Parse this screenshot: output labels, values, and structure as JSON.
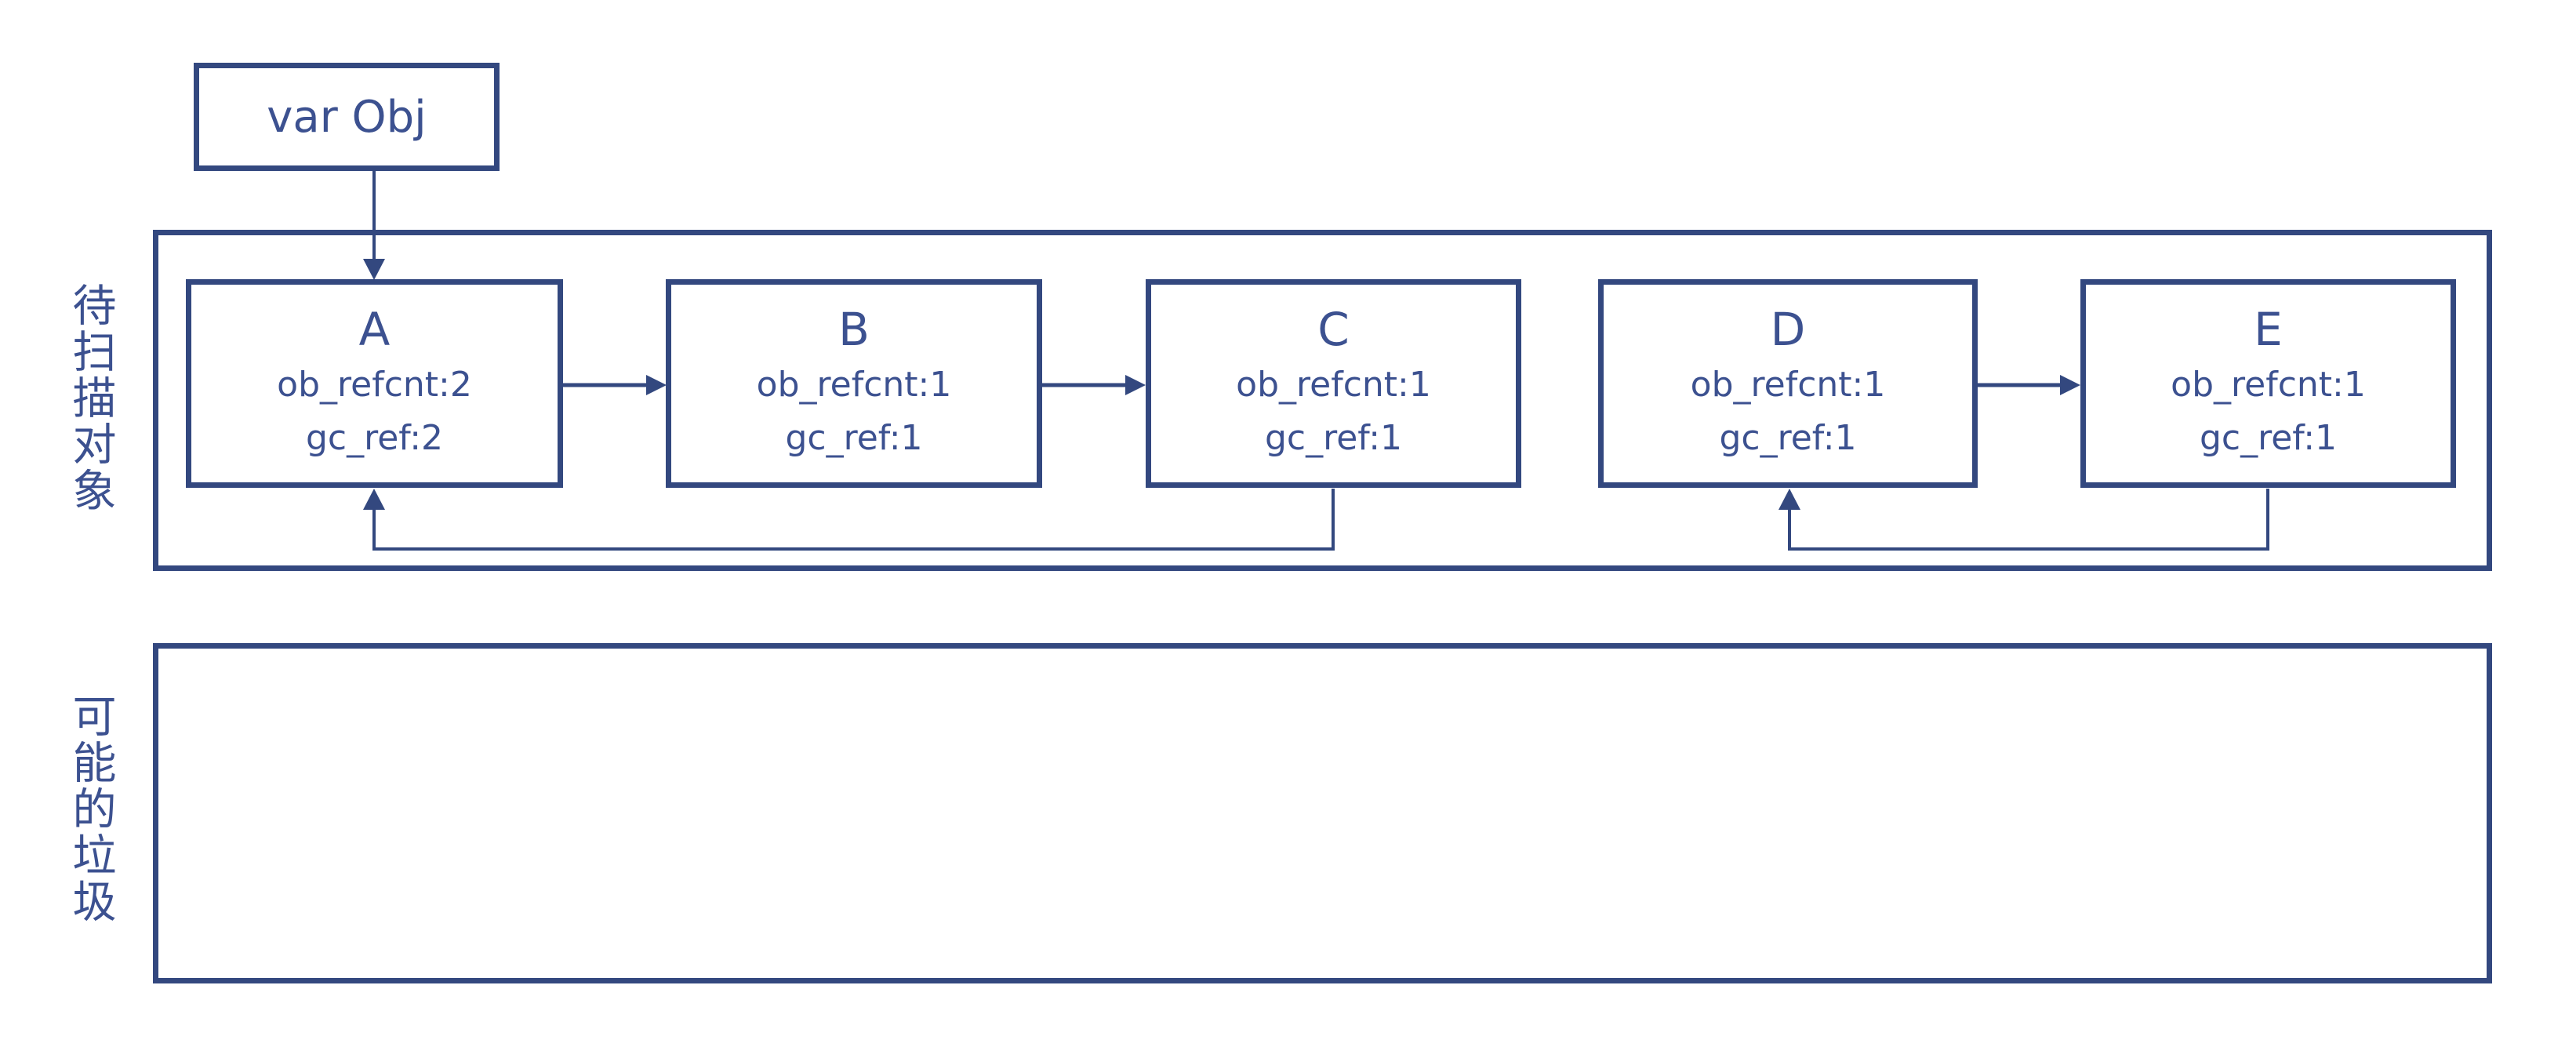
{
  "colors": {
    "accent": "#33487f",
    "ink": "#3c5190",
    "background": "#ffffff"
  },
  "var_obj": {
    "label": "var Obj"
  },
  "sections": [
    {
      "id": "scan",
      "label": "待扫描对象"
    },
    {
      "id": "garbage",
      "label": "可能的垃圾"
    }
  ],
  "nodes": [
    {
      "id": "A",
      "title": "A",
      "ob_refcnt": "ob_refcnt:2",
      "gc_ref": "gc_ref:2"
    },
    {
      "id": "B",
      "title": "B",
      "ob_refcnt": "ob_refcnt:1",
      "gc_ref": "gc_ref:1"
    },
    {
      "id": "C",
      "title": "C",
      "ob_refcnt": "ob_refcnt:1",
      "gc_ref": "gc_ref:1"
    },
    {
      "id": "D",
      "title": "D",
      "ob_refcnt": "ob_refcnt:1",
      "gc_ref": "gc_ref:1"
    },
    {
      "id": "E",
      "title": "E",
      "ob_refcnt": "ob_refcnt:1",
      "gc_ref": "gc_ref:1"
    }
  ],
  "edges": [
    {
      "from": "var Obj",
      "to": "A"
    },
    {
      "from": "A",
      "to": "B"
    },
    {
      "from": "B",
      "to": "C"
    },
    {
      "from": "C",
      "to": "A"
    },
    {
      "from": "D",
      "to": "E"
    },
    {
      "from": "E",
      "to": "D"
    }
  ]
}
